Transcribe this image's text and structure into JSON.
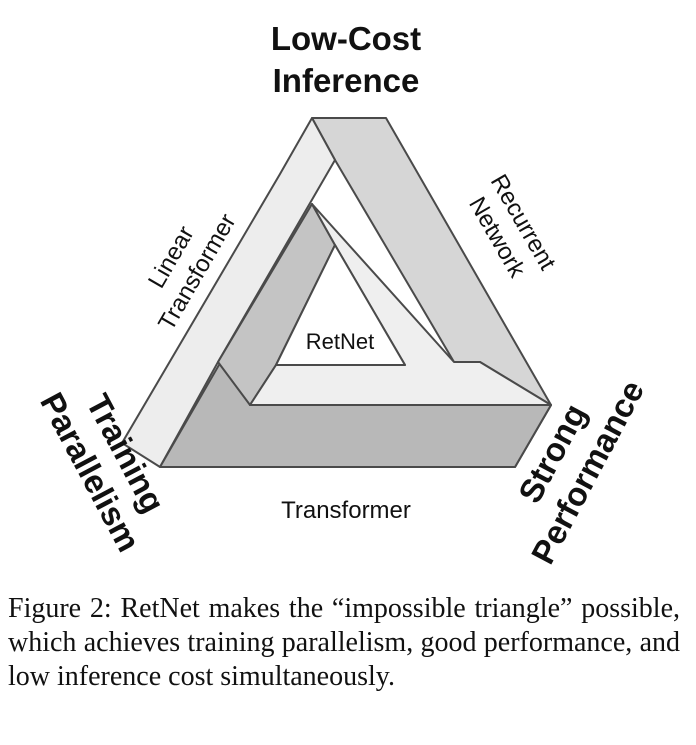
{
  "diagram": {
    "vertices": {
      "top": [
        "Low-Cost",
        "Inference"
      ],
      "left": [
        "Training",
        "Parallelism"
      ],
      "right": [
        "Strong",
        "Performance"
      ]
    },
    "edges": {
      "left": [
        "Linear",
        "Transformer"
      ],
      "right": [
        "Recurrent",
        "Network"
      ],
      "bottom": "Transformer"
    },
    "center": "RetNet",
    "colors": {
      "light_gray": "#ededed",
      "mid_gray": "#d6d6d6",
      "dark_gray": "#b8b8b8",
      "stroke": "#4a4a4a"
    }
  },
  "caption": "Figure 2: RetNet makes the “impossible triangle” possible, which achieves training parallelism, good performance, and low inference cost simultaneously."
}
